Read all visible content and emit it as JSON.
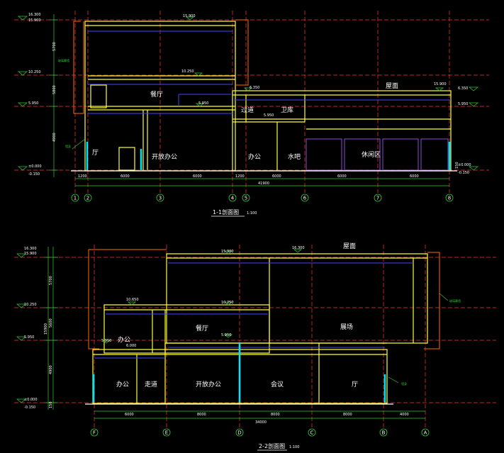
{
  "colors": {
    "background": "#000000",
    "axis": "#ff3333",
    "wall": "#ffff33",
    "dimension": "#33cc33",
    "text": "#ffffff",
    "glass": "#00e5ff",
    "beam": "#4444ff",
    "annotation": "#33cc33"
  },
  "section1": {
    "title": "1-1剖面图",
    "scale": "1:100",
    "axes": [
      "1",
      "2",
      "3",
      "4",
      "5",
      "6",
      "7",
      "8"
    ],
    "elev_left": [
      "16.300",
      "15.900",
      "10.250",
      "5.950",
      "±0.000",
      "-0.150"
    ],
    "elev_right": [
      "6.350",
      "5.950",
      "±0.000",
      "-0.150"
    ],
    "floor_labels": [
      "15.900",
      "10.250",
      "5.950",
      "6.350",
      "5.950",
      "15.900"
    ],
    "vertical_dims": [
      "5700",
      "5800",
      "4900",
      "150"
    ],
    "dims": [
      "1200",
      "6000",
      "6000",
      "1200",
      "6000",
      "6000",
      "6000"
    ],
    "total": "41900",
    "rooms": [
      "厅",
      "开放办公",
      "餐厅",
      "办公",
      "水吧",
      "休闲区",
      "过道",
      "卫库",
      "屋面"
    ],
    "notes": [
      "玻璃幕墙",
      "墙身"
    ]
  },
  "section2": {
    "title": "2-2剖面图",
    "scale": "1:100",
    "axes": [
      "F",
      "E",
      "D",
      "C",
      "B",
      "A"
    ],
    "elev_left": [
      "16.300",
      "15.900",
      "10.250",
      "5.950",
      "±0.000",
      "-0.150"
    ],
    "floor_labels": [
      "15.900",
      "16.300",
      "10.250",
      "10.650",
      "5.950",
      "5.950",
      "6.000"
    ],
    "vertical_dims": [
      "5700",
      "5600",
      "4900",
      "15900",
      "150"
    ],
    "dims": [
      "6000",
      "8000",
      "8000",
      "8000",
      "4000"
    ],
    "total": "34000",
    "rooms": [
      "办公",
      "走道",
      "开放办公",
      "会议",
      "厅",
      "餐厅",
      "办公",
      "展场",
      "屋面"
    ],
    "notes": [
      "墙身",
      "玻璃幕墙"
    ]
  }
}
